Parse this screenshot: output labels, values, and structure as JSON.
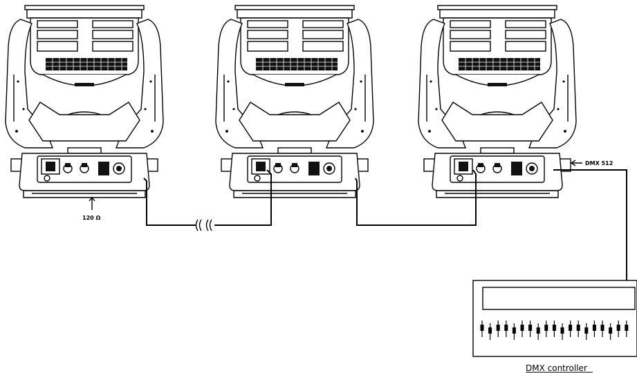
{
  "diagram": {
    "fixture_count": 3,
    "labels": {
      "terminator": "120 Ω",
      "dmx_input": "DMX 512",
      "controller": "DMX controller"
    },
    "controller_fader_count": 19,
    "colors": {
      "line": "#000000",
      "background": "#ffffff"
    }
  }
}
